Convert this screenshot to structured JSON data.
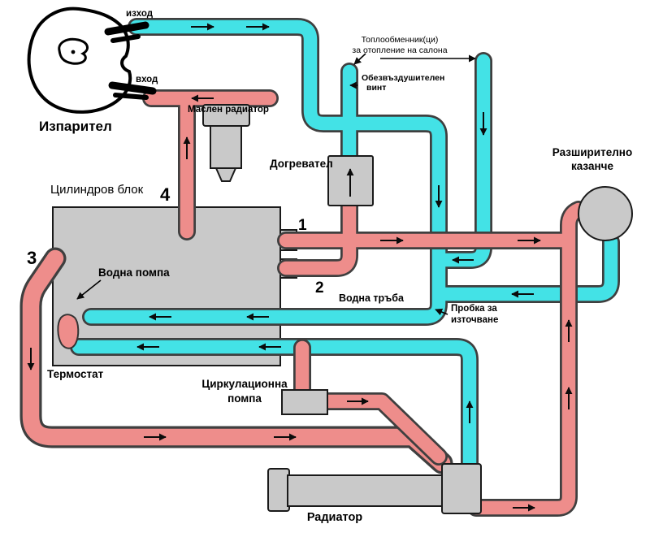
{
  "diagram": {
    "evaporator": {
      "label": "Изпарител",
      "outlet_label": "изход",
      "inlet_label": "вход"
    },
    "oil_radiator": {
      "label": "Маслен радиатор"
    },
    "heat_exchanger_note": {
      "line1": "Топлообменник(ци)",
      "line2": "за отопление на салона"
    },
    "bleed_screw": {
      "line1": "Обезвъздушителен",
      "line2": "винт"
    },
    "heater": {
      "label": "Догревател"
    },
    "expansion_tank": {
      "line1": "Разширително",
      "line2": "казанче"
    },
    "cylinder_block": {
      "label": "Цилиндров блок"
    },
    "water_pump": {
      "label": "Водна помпа"
    },
    "thermostat": {
      "label": "Термостат"
    },
    "water_pipe": {
      "label": "Водна тръба"
    },
    "drain_plug": {
      "line1": "Пробка за",
      "line2": "източване"
    },
    "circulation_pump": {
      "line1": "Циркулационна",
      "line2": "помпа"
    },
    "radiator": {
      "label": "Радиатор"
    },
    "numbers": {
      "n1": "1",
      "n2": "2",
      "n3": "3",
      "n4": "4"
    }
  },
  "colors": {
    "hot_pipe": "#ee8d8b",
    "cold_pipe": "#43e2e6",
    "pipe_outline": "#3f3f3f",
    "component_fill": "#c9c9c9",
    "component_border": "#1a1a1a",
    "arrow": "#0b0b0b"
  }
}
